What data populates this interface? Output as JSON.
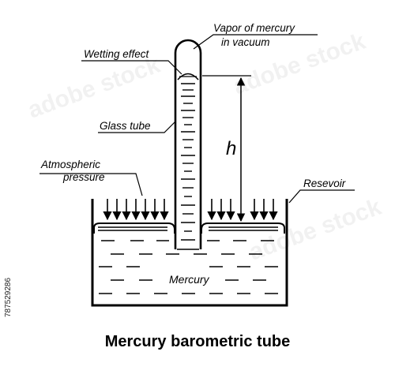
{
  "labels": {
    "vapor_line1": "Vapor of mercury",
    "vapor_line2": "in vacuum",
    "wetting": "Wetting effect",
    "glass_tube": "Glass tube",
    "atm_line1": "Atmospheric",
    "atm_line2": "pressure",
    "reservoir": "Resevoir",
    "height": "h",
    "mercury": "Mercury"
  },
  "title": "Mercury barometric tube",
  "stock_id": "787529286",
  "watermark": "adobe stock"
}
